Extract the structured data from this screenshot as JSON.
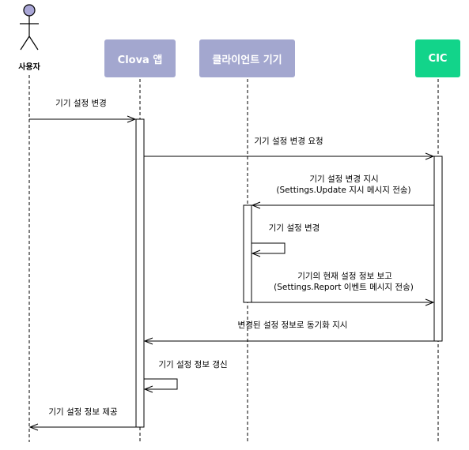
{
  "colors": {
    "participant": "#a3a7cf",
    "cic": "#12d48a",
    "actor_fill": "#a9a6d6",
    "line": "#000000"
  },
  "actor": {
    "label": "사용자",
    "icon": "stick-figure-icon"
  },
  "participants": {
    "clova_app": "Clova 앱",
    "client_device": "클라이언트 기기",
    "cic": "CIC"
  },
  "messages": {
    "m1": "기기 설정 변경",
    "m2": "기기 설정 변경 요청",
    "m3_line1": "기기 설정 변경 지시",
    "m3_line2": "(Settings.Update 지시 메시지 전송)",
    "m4": "기기 설정 변경",
    "m5_line1": "기기의 현재 설정 정보 보고",
    "m5_line2": "(Settings.Report 이벤트 메시지 전송)",
    "m6": "변경된 설정 정보로 동기화 지시",
    "m7": "기기 설정 정보 갱신",
    "m8": "기기 설정 정보 제공"
  }
}
